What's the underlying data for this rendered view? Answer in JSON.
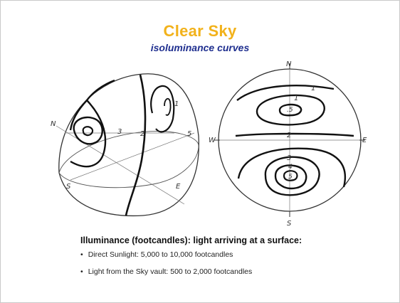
{
  "slide": {
    "title": "Clear Sky",
    "subtitle": "isoluminance curves"
  },
  "dome_diagram": {
    "labels": [
      "N",
      "3",
      "2",
      "1",
      "S",
      "E",
      "5"
    ]
  },
  "plan_diagram": {
    "directions": {
      "north": "N",
      "south": "S",
      "west": "W",
      "east": "E"
    },
    "contour_labels": {
      "top_outer": "1",
      "top_mid": "1",
      "top_inner": ".5",
      "center": "2",
      "bottom_outer": "3",
      "bottom_mid": "4",
      "bottom_inner": "5"
    }
  },
  "text": {
    "heading": "Illuminance (footcandles): light arriving at a surface:",
    "bullets": [
      "Direct Sunlight: 5,000 to 10,000 footcandles",
      "Light from the Sky vault: 500 to 2,000 footcandles"
    ]
  }
}
